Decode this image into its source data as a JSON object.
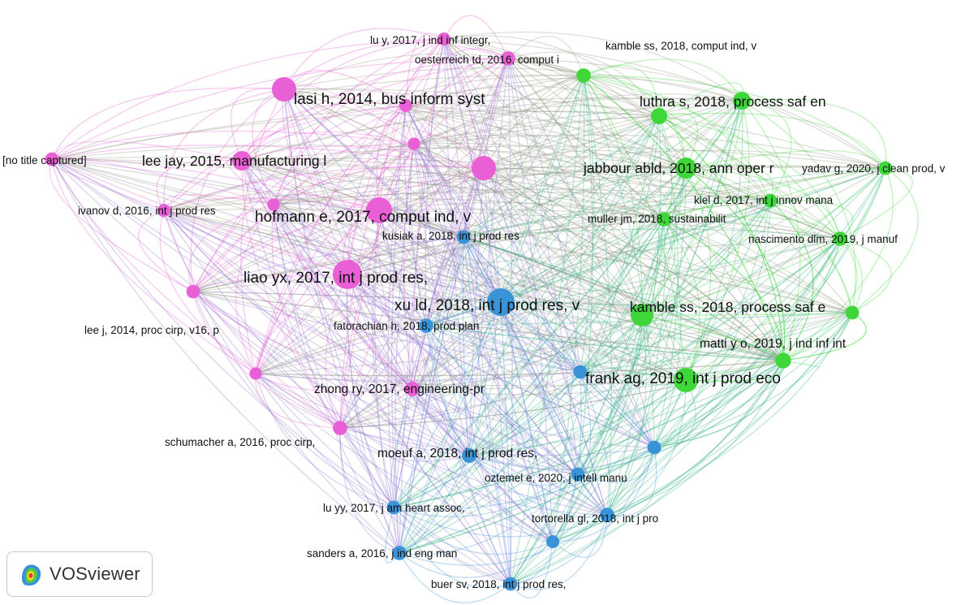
{
  "app": {
    "name": "VOSviewer"
  },
  "colors": {
    "pink": "#e95fd5",
    "green": "#3fd63a",
    "blue": "#3a93d6",
    "background": "#ffffff",
    "label": "#111111"
  },
  "nodes": [
    {
      "id": "lasi",
      "label": "lasi h, 2014, bus inform syst",
      "cluster": "pink",
      "weight": 0.85
    },
    {
      "id": "luy",
      "label": "lu y, 2017, j ind inf integr,",
      "cluster": "pink",
      "weight": 0.25
    },
    {
      "id": "oest",
      "label": "oesterreich td, 2016, comput i",
      "cluster": "pink",
      "weight": 0.35
    },
    {
      "id": "leejay",
      "label": "lee jay, 2015, manufacturing l",
      "cluster": "pink",
      "weight": 0.7
    },
    {
      "id": "notitle",
      "label": "[no title captured]",
      "cluster": "pink",
      "weight": 0.3
    },
    {
      "id": "hofmann",
      "label": "hofmann e, 2017, comput ind, v",
      "cluster": "pink",
      "weight": 0.9
    },
    {
      "id": "ivanov",
      "label": "ivanov d, 2016, int j prod res",
      "cluster": "pink",
      "weight": 0.25
    },
    {
      "id": "liao",
      "label": "liao yx, 2017, int j prod res,",
      "cluster": "pink",
      "weight": 1.0
    },
    {
      "id": "leej14",
      "label": "lee j, 2014, proc cirp, v16, p",
      "cluster": "pink",
      "weight": 0.3
    },
    {
      "id": "zhong",
      "label": "zhong ry, 2017, engineering-pr",
      "cluster": "pink",
      "weight": 0.45
    },
    {
      "id": "schumacher",
      "label": "schumacher a, 2016, proc cirp,",
      "cluster": "pink",
      "weight": 0.35
    },
    {
      "id": "kamble18c",
      "label": "kamble ss, 2018, comput ind, v",
      "cluster": "green",
      "weight": 0.35
    },
    {
      "id": "luthra",
      "label": "luthra s, 2018, process saf en",
      "cluster": "green",
      "weight": 0.6
    },
    {
      "id": "jabbour",
      "label": "jabbour abld, 2018, ann oper r",
      "cluster": "green",
      "weight": 0.7
    },
    {
      "id": "yadav",
      "label": "yadav g, 2020, j clean prod, v",
      "cluster": "green",
      "weight": 0.3
    },
    {
      "id": "kiel",
      "label": "kiel d, 2017, int j innov mana",
      "cluster": "green",
      "weight": 0.3
    },
    {
      "id": "muller",
      "label": "muller jm, 2018, sustainabilit",
      "cluster": "green",
      "weight": 0.35
    },
    {
      "id": "nascimento",
      "label": "nascimento dlm, 2019, j manuf",
      "cluster": "green",
      "weight": 0.35
    },
    {
      "id": "kamble18p",
      "label": "kamble ss, 2018, process saf e",
      "cluster": "green",
      "weight": 0.75
    },
    {
      "id": "matti",
      "label": "matti y o, 2019, j ind inf int",
      "cluster": "green",
      "weight": 0.45
    },
    {
      "id": "frank",
      "label": "frank ag, 2019, int j prod eco",
      "cluster": "green",
      "weight": 0.85
    },
    {
      "id": "kusiak",
      "label": "kusiak a, 2018, int j prod res",
      "cluster": "blue",
      "weight": 0.3
    },
    {
      "id": "xu",
      "label": "xu ld, 2018, int j prod res, v",
      "cluster": "blue",
      "weight": 0.95
    },
    {
      "id": "fatorachian",
      "label": "fatorachian h, 2018, prod plan",
      "cluster": "blue",
      "weight": 0.35
    },
    {
      "id": "moeuf",
      "label": "moeuf a, 2018, int j prod res,",
      "cluster": "blue",
      "weight": 0.4
    },
    {
      "id": "oztemel",
      "label": "oztemel e, 2020, j intell manu",
      "cluster": "blue",
      "weight": 0.3
    },
    {
      "id": "luyy",
      "label": "lu yy, 2017, j am heart assoc,",
      "cluster": "blue",
      "weight": 0.3
    },
    {
      "id": "tortorella",
      "label": "tortorella gl, 2018, int j pro",
      "cluster": "blue",
      "weight": 0.35
    },
    {
      "id": "sanders",
      "label": "sanders a, 2016, j ind eng man",
      "cluster": "blue",
      "weight": 0.35
    },
    {
      "id": "buer",
      "label": "buer sv, 2018, int j prod res,",
      "cluster": "blue",
      "weight": 0.3
    },
    {
      "id": "u_p1",
      "label": "",
      "cluster": "pink",
      "weight": 0.55
    },
    {
      "id": "u_p2",
      "label": "",
      "cluster": "pink",
      "weight": 0.2
    },
    {
      "id": "u_p3",
      "label": "",
      "cluster": "pink",
      "weight": 0.2
    },
    {
      "id": "u_p4",
      "label": "",
      "cluster": "pink",
      "weight": 0.2
    },
    {
      "id": "u_p5",
      "label": "",
      "cluster": "pink",
      "weight": 0.25
    },
    {
      "id": "u_g1",
      "label": "",
      "cluster": "green",
      "weight": 0.3
    },
    {
      "id": "u_g2",
      "label": "",
      "cluster": "green",
      "weight": 0.3
    },
    {
      "id": "u_g3",
      "label": "",
      "cluster": "green",
      "weight": 0.25
    },
    {
      "id": "u_b1",
      "label": "",
      "cluster": "blue",
      "weight": 0.3
    },
    {
      "id": "u_b2",
      "label": "",
      "cluster": "blue",
      "weight": 0.3
    },
    {
      "id": "u_b3",
      "label": "",
      "cluster": "blue",
      "weight": 0.25
    }
  ]
}
